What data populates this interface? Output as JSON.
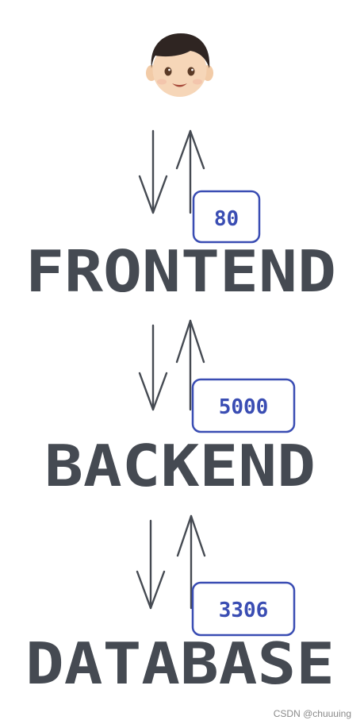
{
  "user": {
    "icon": "boy-face-emoji"
  },
  "layers": [
    {
      "name": "FRONTEND"
    },
    {
      "name": "BACKEND"
    },
    {
      "name": "DATABASE"
    }
  ],
  "ports": [
    {
      "value": "80"
    },
    {
      "value": "5000"
    },
    {
      "value": "3306"
    }
  ],
  "watermark": "CSDN @chuuuing",
  "colors": {
    "text": "#454a52",
    "port": "#3a4db3",
    "background": "#ffffff"
  }
}
